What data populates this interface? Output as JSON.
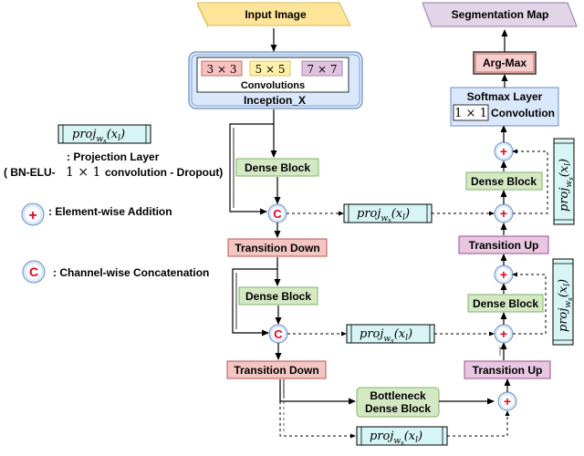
{
  "colors": {
    "dense_fill": "#d5e8c4",
    "dense_stroke": "#82b366",
    "trans_down_fill": "#f3c6c4",
    "trans_down_stroke": "#b85450",
    "trans_up_fill": "#e8c7e0",
    "trans_up_stroke": "#9a4f8e",
    "proj_fill": "#d7f5f5",
    "proj_stroke": "#000000",
    "inception_fill": "#dae8fc",
    "inception_stroke": "#6c8ebf",
    "conv3_fill": "#f8c0bf",
    "conv5_fill": "#fff1a8",
    "conv7_fill": "#e0c4df",
    "input_fill": "#ffe599",
    "seg_fill": "#e1d5e7",
    "softmax_fill": "#dae8fc",
    "argmax_fill": "#f8cecc",
    "node_fill": "#dae8fc",
    "plus_color": "#e8001c",
    "concat_color": "#e8001c"
  },
  "top": {
    "input_image": "Input Image",
    "segmentation_map": "Segmentation Map",
    "conv3": "3 × 3",
    "conv5": "5 × 5",
    "conv7": "7 × 7",
    "convolutions": "Convolutions",
    "inception": "Inception_X",
    "argmax": "Arg-Max",
    "softmax_title": "Softmax Layer",
    "softmax_kernel": "1 × 1",
    "softmax_conv": "Convolution"
  },
  "legend": {
    "proj_colon": ": Projection Layer",
    "proj_detail_prefix": "(  BN-ELU-",
    "proj_detail_kernel": "1 × 1",
    "proj_detail_suffix": "convolution - Dropout)",
    "add_label": ": Element-wise Addition",
    "concat_label": ": Channel-wise Concatenation"
  },
  "symbols": {
    "plus": "+",
    "concat": "C",
    "proj_main": "proj",
    "proj_sub": "w",
    "proj_subsub": "s",
    "proj_arg": "(x",
    "proj_arg_sub": "l",
    "proj_close": ")"
  },
  "blocks": {
    "dense1": "Dense Block",
    "dense2": "Dense Block",
    "trans_down1": "Transition Down",
    "trans_down2": "Transition Down",
    "bottleneck_line1": "Bottleneck",
    "bottleneck_line2": "Dense Block",
    "dense_up1": "Dense Block",
    "dense_up2": "Dense Block",
    "trans_up1": "Transition Up",
    "trans_up2": "Transition Up"
  }
}
